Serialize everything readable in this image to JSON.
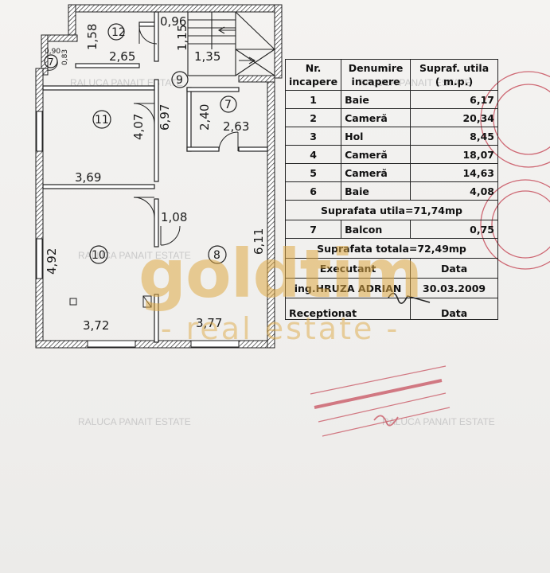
{
  "plan": {
    "dimensions": {
      "d158": "1,58",
      "d265": "2,65",
      "d096": "0,96",
      "d115": "1,15",
      "d135": "1,35",
      "d090": "0,90",
      "d083": "0,83",
      "d407": "4,07",
      "d697": "6,97",
      "d240": "2,40",
      "d263": "2,63",
      "d369": "3,69",
      "d108": "1,08",
      "d611": "6,11",
      "d492": "4,92",
      "d372": "3,72",
      "d377": "3,77"
    },
    "room_labels": {
      "r12": "12",
      "r7a": "7",
      "r9": "9",
      "r11": "11",
      "r7b": "7",
      "r10": "10",
      "r8": "8"
    }
  },
  "table": {
    "header": {
      "nr_line1": "Nr.",
      "nr_line2": "incapere",
      "name_line1": "Denumire",
      "name_line2": "incapere",
      "area_line1": "Supraf. utila",
      "area_line2": "( m.p.)"
    },
    "rows": [
      {
        "nr": "1",
        "name": "Baie",
        "area": "6,17"
      },
      {
        "nr": "2",
        "name": "Cameră",
        "area": "20,34"
      },
      {
        "nr": "3",
        "name": "Hol",
        "area": "8,45"
      },
      {
        "nr": "4",
        "name": "Cameră",
        "area": "18,07"
      },
      {
        "nr": "5",
        "name": "Cameră",
        "area": "14,63"
      },
      {
        "nr": "6",
        "name": "Baie",
        "area": "4,08"
      }
    ],
    "suprafata_utila": "Suprafata utila=71,74mp",
    "balcon": {
      "nr": "7",
      "name": "Balcon",
      "area": "0,75"
    },
    "suprafata_totala": "Suprafata totala=72,49mp",
    "executant_label": "Executant",
    "data_label": "Data",
    "executant_name": "ing.HRUZA ADRIAN",
    "executant_date": "30.03.2009",
    "receptionat_label": "Receptionat",
    "data_label_2": "Data"
  },
  "watermarks": {
    "wm1": "RALUCA PANAIT ESTATE",
    "wm2": "RALUCA PANAIT ESTATE",
    "wm3": "RALUCA PANAIT ESTATE",
    "wm4": "RALUCA PANAIT ESTATE",
    "wm5": "RALUCA PANAIT ESTATE"
  },
  "logo": {
    "main": "goldtim",
    "sub": "- real estate -"
  },
  "colors": {
    "stamp_red": "#c23a4a",
    "logo_gold": "#deaa46",
    "ink": "#1b1b1b"
  }
}
